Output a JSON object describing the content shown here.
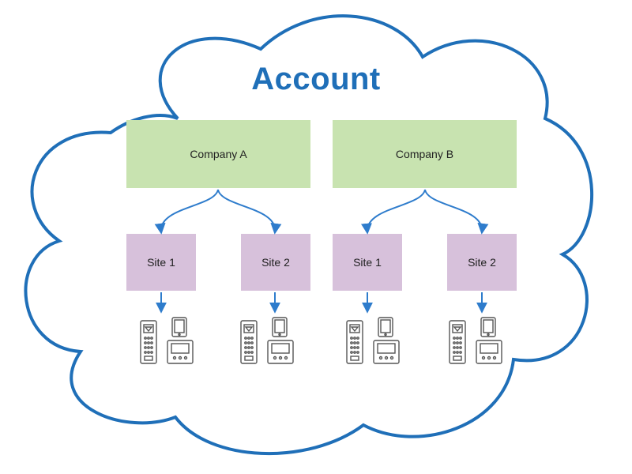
{
  "title": "Account",
  "companies": [
    {
      "name": "Company A",
      "sites": [
        "Site 1",
        "Site 2"
      ]
    },
    {
      "name": "Company B",
      "sites": [
        "Site 1",
        "Site 2"
      ]
    }
  ],
  "icons": [
    "door-phone-icon",
    "tablet-icon",
    "indoor-monitor-icon"
  ],
  "colors": {
    "cloud_outline": "#1f6fb8",
    "title": "#1f6fb8",
    "arrow": "#2e7ccc",
    "company_fill": "#c8e3b0",
    "site_fill": "#d7c1db",
    "device_stroke": "#555555"
  }
}
